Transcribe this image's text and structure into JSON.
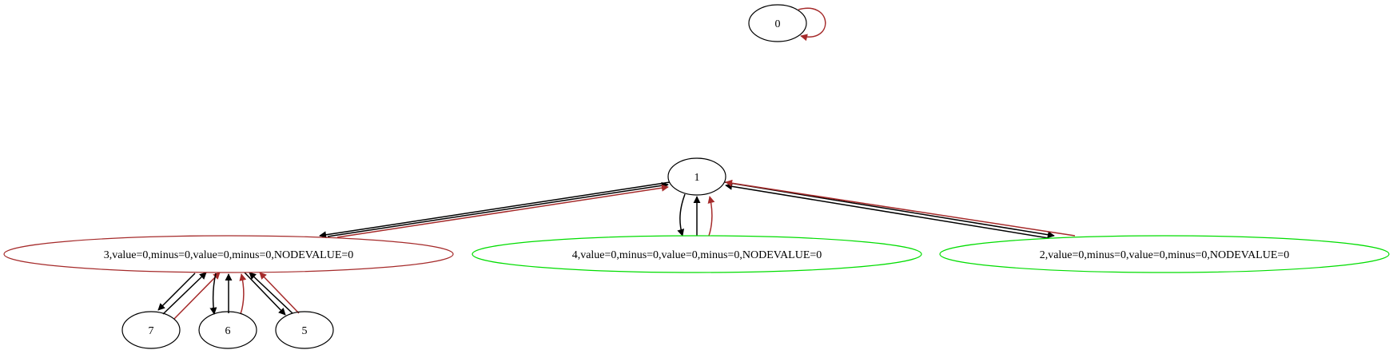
{
  "colors": {
    "black": "#000000",
    "red": "#a52a2a",
    "green": "#00dd00"
  },
  "nodes": {
    "n0": {
      "label": "0",
      "border": "black"
    },
    "n1": {
      "label": "1",
      "border": "black"
    },
    "n2": {
      "label": "2,value=0,minus=0,value=0,minus=0,NODEVALUE=0",
      "border": "green"
    },
    "n3": {
      "label": "3,value=0,minus=0,value=0,minus=0,NODEVALUE=0",
      "border": "red"
    },
    "n4": {
      "label": "4,value=0,minus=0,value=0,minus=0,NODEVALUE=0",
      "border": "green"
    },
    "n5": {
      "label": "5",
      "border": "black"
    },
    "n6": {
      "label": "6",
      "border": "black"
    },
    "n7": {
      "label": "7",
      "border": "black"
    }
  },
  "edges": [
    {
      "from": "0",
      "to": "0",
      "color": "red"
    },
    {
      "from": "1",
      "to": "3",
      "color": "black"
    },
    {
      "from": "3",
      "to": "1",
      "color": "black"
    },
    {
      "from": "3",
      "to": "1",
      "color": "red"
    },
    {
      "from": "1",
      "to": "4",
      "color": "black"
    },
    {
      "from": "4",
      "to": "1",
      "color": "black"
    },
    {
      "from": "4",
      "to": "1",
      "color": "red"
    },
    {
      "from": "1",
      "to": "2",
      "color": "black"
    },
    {
      "from": "2",
      "to": "1",
      "color": "black"
    },
    {
      "from": "2",
      "to": "1",
      "color": "red"
    },
    {
      "from": "3",
      "to": "7",
      "color": "black"
    },
    {
      "from": "7",
      "to": "3",
      "color": "black"
    },
    {
      "from": "7",
      "to": "3",
      "color": "red"
    },
    {
      "from": "3",
      "to": "6",
      "color": "black"
    },
    {
      "from": "6",
      "to": "3",
      "color": "black"
    },
    {
      "from": "6",
      "to": "3",
      "color": "red"
    },
    {
      "from": "3",
      "to": "5",
      "color": "black"
    },
    {
      "from": "5",
      "to": "3",
      "color": "black"
    },
    {
      "from": "5",
      "to": "3",
      "color": "red"
    }
  ]
}
